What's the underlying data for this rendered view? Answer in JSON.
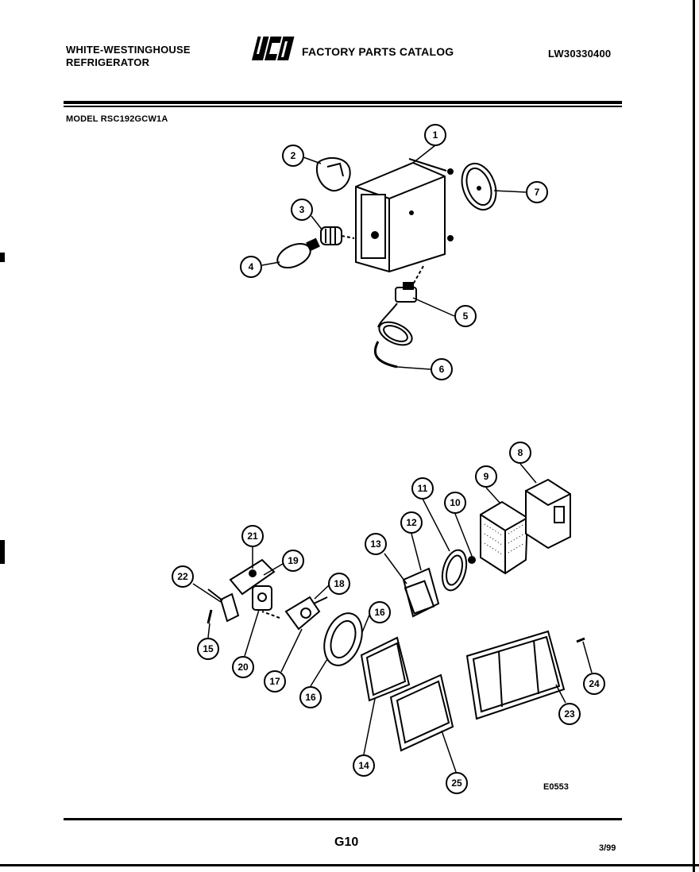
{
  "header": {
    "brand_line1": "WHITE-WESTINGHOUSE",
    "brand_line2": "REFRIGERATOR",
    "logo_text": "WCI",
    "catalog_title": "FACTORY PARTS CATALOG",
    "catalog_code": "LW30330400",
    "model": "MODEL RSC192GCW1A"
  },
  "footer": {
    "drawing_code": "E0553",
    "page": "G10",
    "date": "3/99"
  },
  "callouts": [
    "1",
    "2",
    "3",
    "4",
    "5",
    "6",
    "7",
    "8",
    "9",
    "10",
    "11",
    "12",
    "13",
    "14",
    "15",
    "16",
    "16",
    "17",
    "18",
    "19",
    "20",
    "21",
    "22",
    "23",
    "24",
    "25"
  ]
}
